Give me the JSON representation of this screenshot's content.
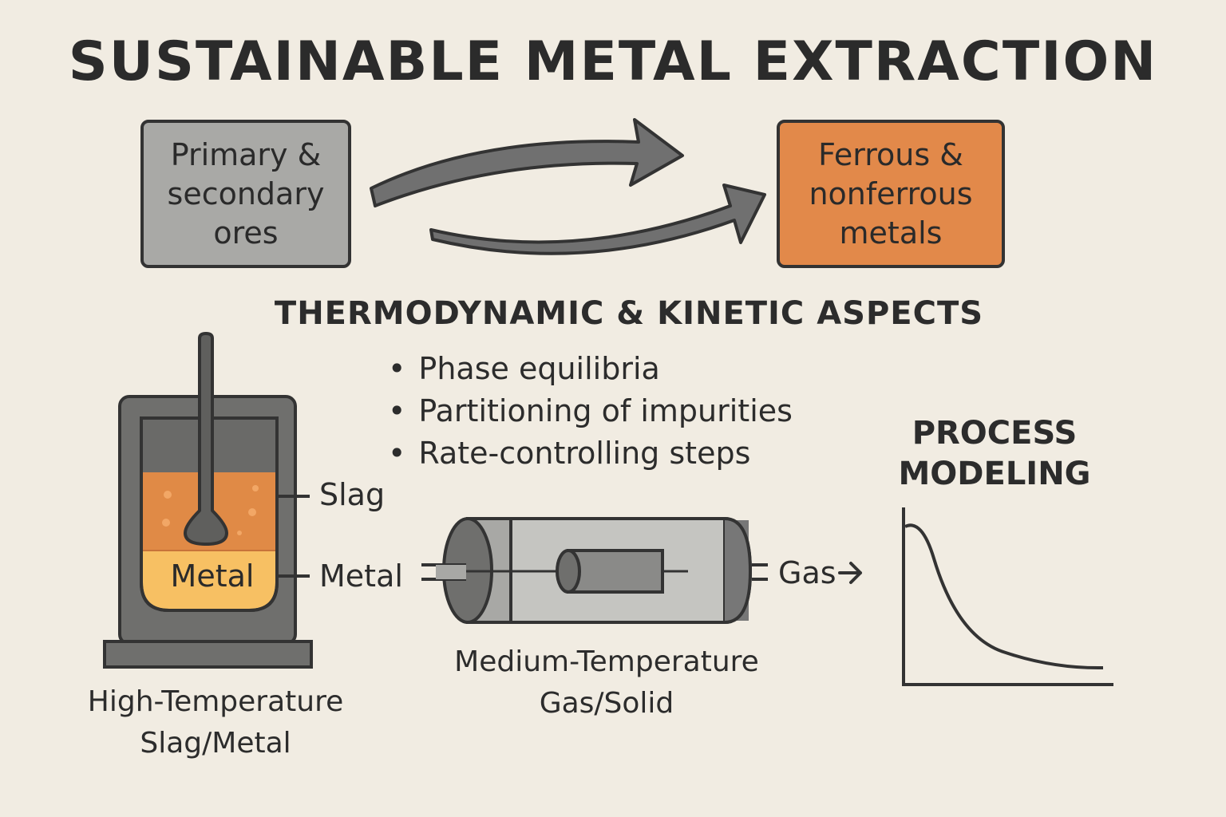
{
  "title": "SUSTAINABLE METAL EXTRACTION",
  "inputs": {
    "line1": "Primary &",
    "line2": "secondary",
    "line3": "ores"
  },
  "outputs": {
    "line1": "Ferrous &",
    "line2": "nonferrous",
    "line3": "metals"
  },
  "aspects": {
    "heading": "THERMODYNAMIC & KINETIC ASPECTS",
    "bullets": [
      "Phase equilibria",
      "Partitioning of impurities",
      "Rate-controlling steps"
    ]
  },
  "high_temp": {
    "slag_label": "Slag",
    "metal_label": "Metal",
    "metal_inside": "Metal",
    "caption_line1": "High-Temperature",
    "caption_line2": "Slag/Metal"
  },
  "medium_temp": {
    "gas_label": "Gas",
    "caption_line1": "Medium-Temperature",
    "caption_line2": "Gas/Solid"
  },
  "process_modeling": {
    "line1": "PROCESS",
    "line2": "MODELING"
  },
  "colors": {
    "background": "#f1ece2",
    "ore_box": "#a9a9a6",
    "metal_box": "#e2894a",
    "slag": "#e08a46",
    "metal": "#f7c063",
    "steel": "#6f6f6d"
  },
  "icons": [
    "curved-arrow",
    "furnace-icon",
    "lance-icon",
    "reactor-tube-icon",
    "decay-curve-icon"
  ]
}
